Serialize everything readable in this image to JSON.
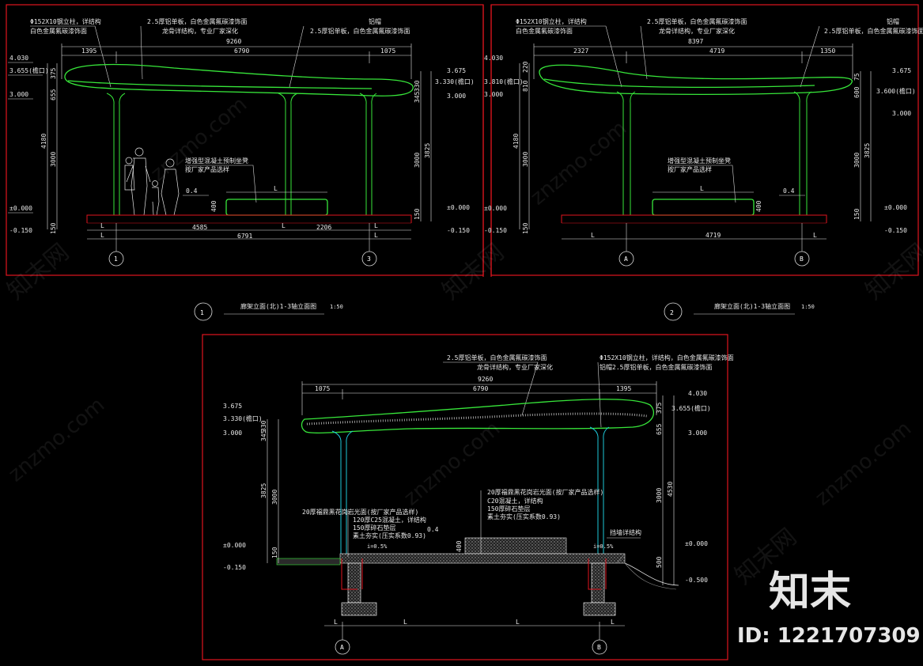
{
  "drawing_1": {
    "title": "廊架立面(北)1-3轴立面图",
    "scale": "1:50",
    "number": "1",
    "annotations": {
      "column": "Φ152X10钢立柱，详结构",
      "column_finish": "白色金属氟碳漆饰面",
      "canopy": "2.5厚铝单板，白色金属氟碳漆饰面",
      "canopy_detail": "龙骨详结构，专业厂家深化",
      "cap": "铝帽",
      "cap_detail": "2.5厚铝单板，白色金属氟碳漆饰面",
      "bench": "增强型混凝土预制坐凳",
      "bench_detail": "按厂家产品选样"
    },
    "dims": [
      "9260",
      "1395",
      "6790",
      "1075",
      "4585",
      "2206",
      "6791",
      "375",
      "655",
      "4180",
      "3000",
      "150",
      "3825",
      "330",
      "345",
      "400",
      "0.4",
      "L"
    ],
    "levels": [
      "4.030",
      "3.655(檐口)",
      "3.000",
      "±0.000",
      "-0.150",
      "3.675",
      "3.330(檐口)",
      "3.000",
      "±0.000",
      "-0.150"
    ],
    "axes": [
      "1",
      "3"
    ]
  },
  "drawing_2": {
    "title": "廊架立面(北)1-3轴立面图",
    "scale": "1:50",
    "number": "2",
    "annotations": {
      "column": "Φ152X10钢立柱，详结构",
      "column_finish": "白色金属氟碳漆饰面",
      "canopy": "2.5厚铝单板，白色金属氟碳漆饰面",
      "canopy_detail": "龙骨详结构，专业厂家深化",
      "cap": "铝帽",
      "cap_detail": "2.5厚铝单板，白色金属氟碳漆饰面",
      "bench": "增强型混凝土预制坐凳",
      "bench_detail": "按厂家产品选样"
    },
    "dims": [
      "8397",
      "2327",
      "4719",
      "1350",
      "4719",
      "220",
      "810",
      "4180",
      "3000",
      "150",
      "75",
      "600",
      "3825",
      "400",
      "0.4",
      "L"
    ],
    "levels": [
      "4.030",
      "3.810(檐口)",
      "3.000",
      "±0.000",
      "-0.150",
      "3.675",
      "3.600(檐口)",
      "3.000",
      "±0.000",
      "-0.150"
    ],
    "axes": [
      "A",
      "B"
    ]
  },
  "drawing_3": {
    "annotations": {
      "canopy": "2.5厚铝单板，白色金属氟碳漆饰面",
      "canopy_detail": "龙骨详结构，专业厂家深化",
      "column": "Φ152X10钢立柱，详结构，白色金属氟碳漆饰面",
      "column_detail": "铝帽2.5厚铝单板，白色金属氟碳漆饰面",
      "paving_title": "20厚福鼎黑花岗岩光面(按厂家产品选样)",
      "paving_1": "120厚C25混凝土，详结构",
      "paving_2": "150厚碎石垫层",
      "paving_3": "素土夯实(压实系数0.93)",
      "bench_title": "20厚福鼎黑花岗岩光面(按厂家产品选样)",
      "bench_1": "C20混凝土，详结构",
      "bench_2": "150厚碎石垫层",
      "bench_3": "素土夯实(压实系数0.93)",
      "retaining": "挡墙详结构",
      "slope_l": "i=0.5%",
      "slope_r": "i=0.5%"
    },
    "dims": [
      "9260",
      "1075",
      "6790",
      "1395",
      "375",
      "655",
      "4530",
      "3000",
      "500",
      "330",
      "345",
      "3825",
      "3000",
      "150",
      "400",
      "0.4",
      "L"
    ],
    "levels": [
      "3.675",
      "3.330(檐口)",
      "3.000",
      "±0.000",
      "-0.150",
      "4.030",
      "3.655(檐口)",
      "3.000",
      "±0.000",
      "-0.500"
    ],
    "axes": [
      "A",
      "B"
    ]
  },
  "watermark": {
    "site": "znzmo.com",
    "brand_cn": "知末网",
    "logo": "知末",
    "id_label": "ID: 1221707309"
  },
  "colors": {
    "background": "#000000",
    "frame": "#e0141e",
    "canopy": "#37e63a",
    "section": "#1ec8d8",
    "text": "#e8e8e8"
  }
}
